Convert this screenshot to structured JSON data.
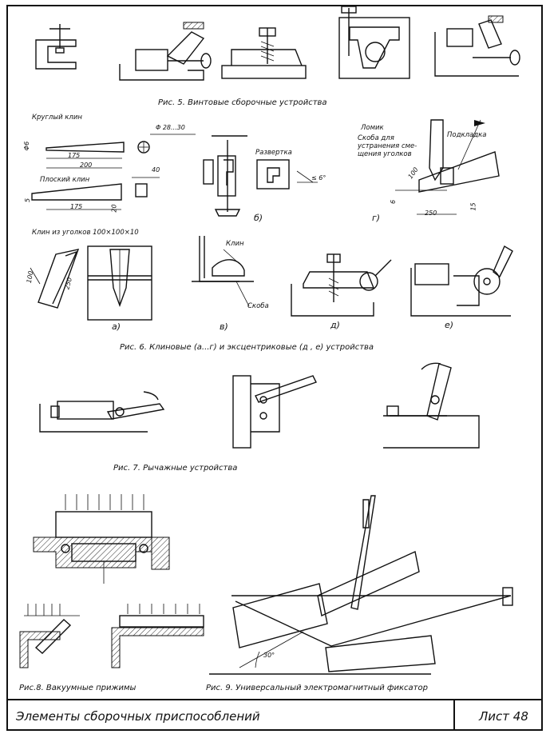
{
  "captions": {
    "fig5": "Рис. 5.  Винтовые сборочные устройства",
    "fig6": "Рис. 6.  Клиновые (а...г) и эксцентриковые (д , е) устройства",
    "fig7": "Рис. 7.  Рычажные устройства",
    "fig8": "Рис.8. Вакуумные прижимы",
    "fig9": "Рис. 9.  Универсальный электромагнитный фиксатор"
  },
  "labels": {
    "round_wedge": "Круглый клин",
    "flat_wedge": "Плоский клин",
    "angle_wedge": "Клин из уголков  100×100×10",
    "razvertka": "Развертка",
    "lomik": "Ломик",
    "skoba_line1": "Скоба для",
    "skoba_line2": "устранения сме-",
    "skoba_line3": "щения уголков",
    "podkladka": "Подкладка",
    "klin": "Клин",
    "skoba": "Скоба"
  },
  "dimensions": {
    "d28_30": "Φ 28...30",
    "d6": "Φ6",
    "l175a": "175",
    "l200": "200",
    "l40": "40",
    "l5": "5",
    "l175b": "175",
    "l20": "20",
    "angle6": "≤ 6°",
    "l100a": "100",
    "l6": "6",
    "l250a": "250",
    "l15": "15",
    "l100b": "100",
    "l250b": "250",
    "angle30": "30°"
  },
  "sublabels": {
    "a": "а)",
    "b": "б)",
    "v": "в)",
    "g": "г)",
    "d": "д)",
    "e": "е)"
  },
  "footer": {
    "title": "Элементы сборочных приспособлений",
    "sheet": "Лист 48"
  }
}
